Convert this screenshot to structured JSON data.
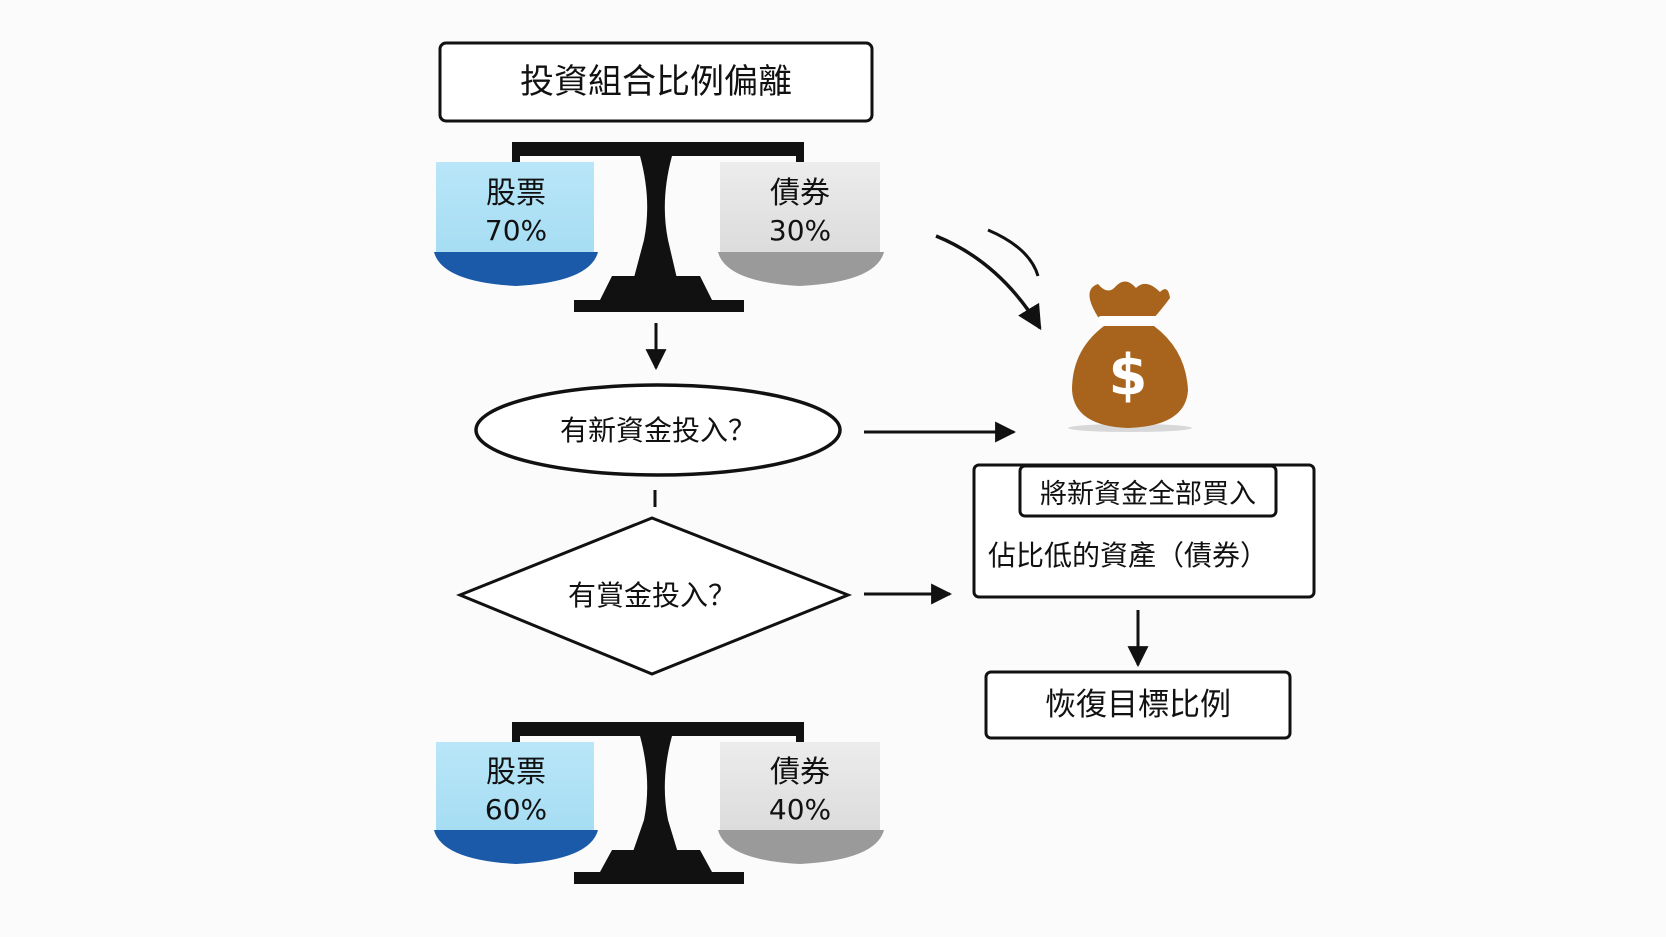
{
  "title": "投資組合比例偏離",
  "scale_top": {
    "left": {
      "label": "股票",
      "percent": "70%"
    },
    "right": {
      "label": "債券",
      "percent": "30%"
    }
  },
  "question_new_funds": "有新資金投入？",
  "question_funds": "有賞金投入？",
  "money_bag_symbol": "$",
  "action_box": {
    "title": "將新資金全部買入",
    "body": "佔比低的資產（債券）"
  },
  "result_box": "恢復目標比例",
  "scale_bottom": {
    "left": {
      "label": "股票",
      "percent": "60%"
    },
    "right": {
      "label": "債券",
      "percent": "40%"
    }
  },
  "colors": {
    "stock_pan": "#b3e3f6",
    "stock_bowl": "#1a5aa8",
    "bond_pan": "#e2e2e2",
    "bond_bowl": "#9a9a9a",
    "money_bag": "#a8641c",
    "stroke": "#111111"
  }
}
